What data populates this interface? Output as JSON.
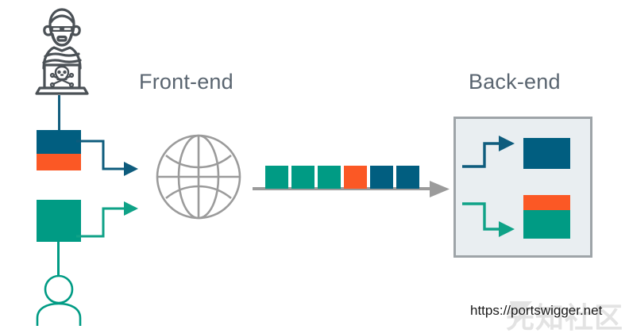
{
  "diagram": {
    "title": "HTTP request smuggling front-end / back-end diagram",
    "labels": {
      "frontend": "Front-end",
      "backend": "Back-end"
    },
    "actors": [
      {
        "id": "attacker",
        "icon": "hacker-icon",
        "description": "Attacker at laptop with skull and crossbones"
      },
      {
        "id": "user",
        "icon": "user-icon",
        "description": "Normal user"
      }
    ],
    "frontend_requests": [
      {
        "id": "attacker-request",
        "source": "attacker",
        "segments": [
          {
            "name": "headers",
            "color": "#015E80"
          },
          {
            "name": "smuggled-body",
            "color": "#FB5825"
          }
        ]
      },
      {
        "id": "user-request",
        "source": "user",
        "segments": [
          {
            "name": "normal-request",
            "color": "#009B84"
          }
        ]
      }
    ],
    "network": {
      "icon": "globe-icon",
      "color": "#9B9B9B"
    },
    "packet_stream": {
      "direction": "left-to-right",
      "axis_color": "#9B9B9B",
      "packets": [
        {
          "index": 1,
          "color": "#009B84",
          "kind": "teal"
        },
        {
          "index": 2,
          "color": "#009B84",
          "kind": "teal"
        },
        {
          "index": 3,
          "color": "#009B84",
          "kind": "teal"
        },
        {
          "index": 4,
          "color": "#FB5825",
          "kind": "orange"
        },
        {
          "index": 5,
          "color": "#015E80",
          "kind": "blue"
        },
        {
          "index": 6,
          "color": "#015E80",
          "kind": "blue"
        }
      ]
    },
    "backend": {
      "panel_fill": "#E9EEF1",
      "panel_border": "#9EA4A8",
      "arrows": [
        {
          "id": "backend-arrow-blue",
          "color": "#015E80",
          "shape": "step-up"
        },
        {
          "id": "backend-arrow-teal",
          "color": "#009B84",
          "shape": "step-down"
        }
      ],
      "requests": [
        {
          "id": "backend-request-blue",
          "segments": [
            {
              "name": "request",
              "color": "#015E80"
            }
          ]
        },
        {
          "id": "backend-request-split",
          "segments": [
            {
              "name": "smuggled-prefix",
              "color": "#FB5825"
            },
            {
              "name": "victim-request",
              "color": "#009B84"
            }
          ]
        }
      ]
    },
    "footer": {
      "url": "https://portswigger.net",
      "watermark": "先知社区"
    },
    "colors": {
      "dark_blue": "#015E80",
      "orange": "#FB5825",
      "teal": "#009B84",
      "gray": "#9B9B9B",
      "label_gray": "#5a6570",
      "panel_fill": "#E9EEF1",
      "icon_dark": "#4B5156"
    }
  }
}
